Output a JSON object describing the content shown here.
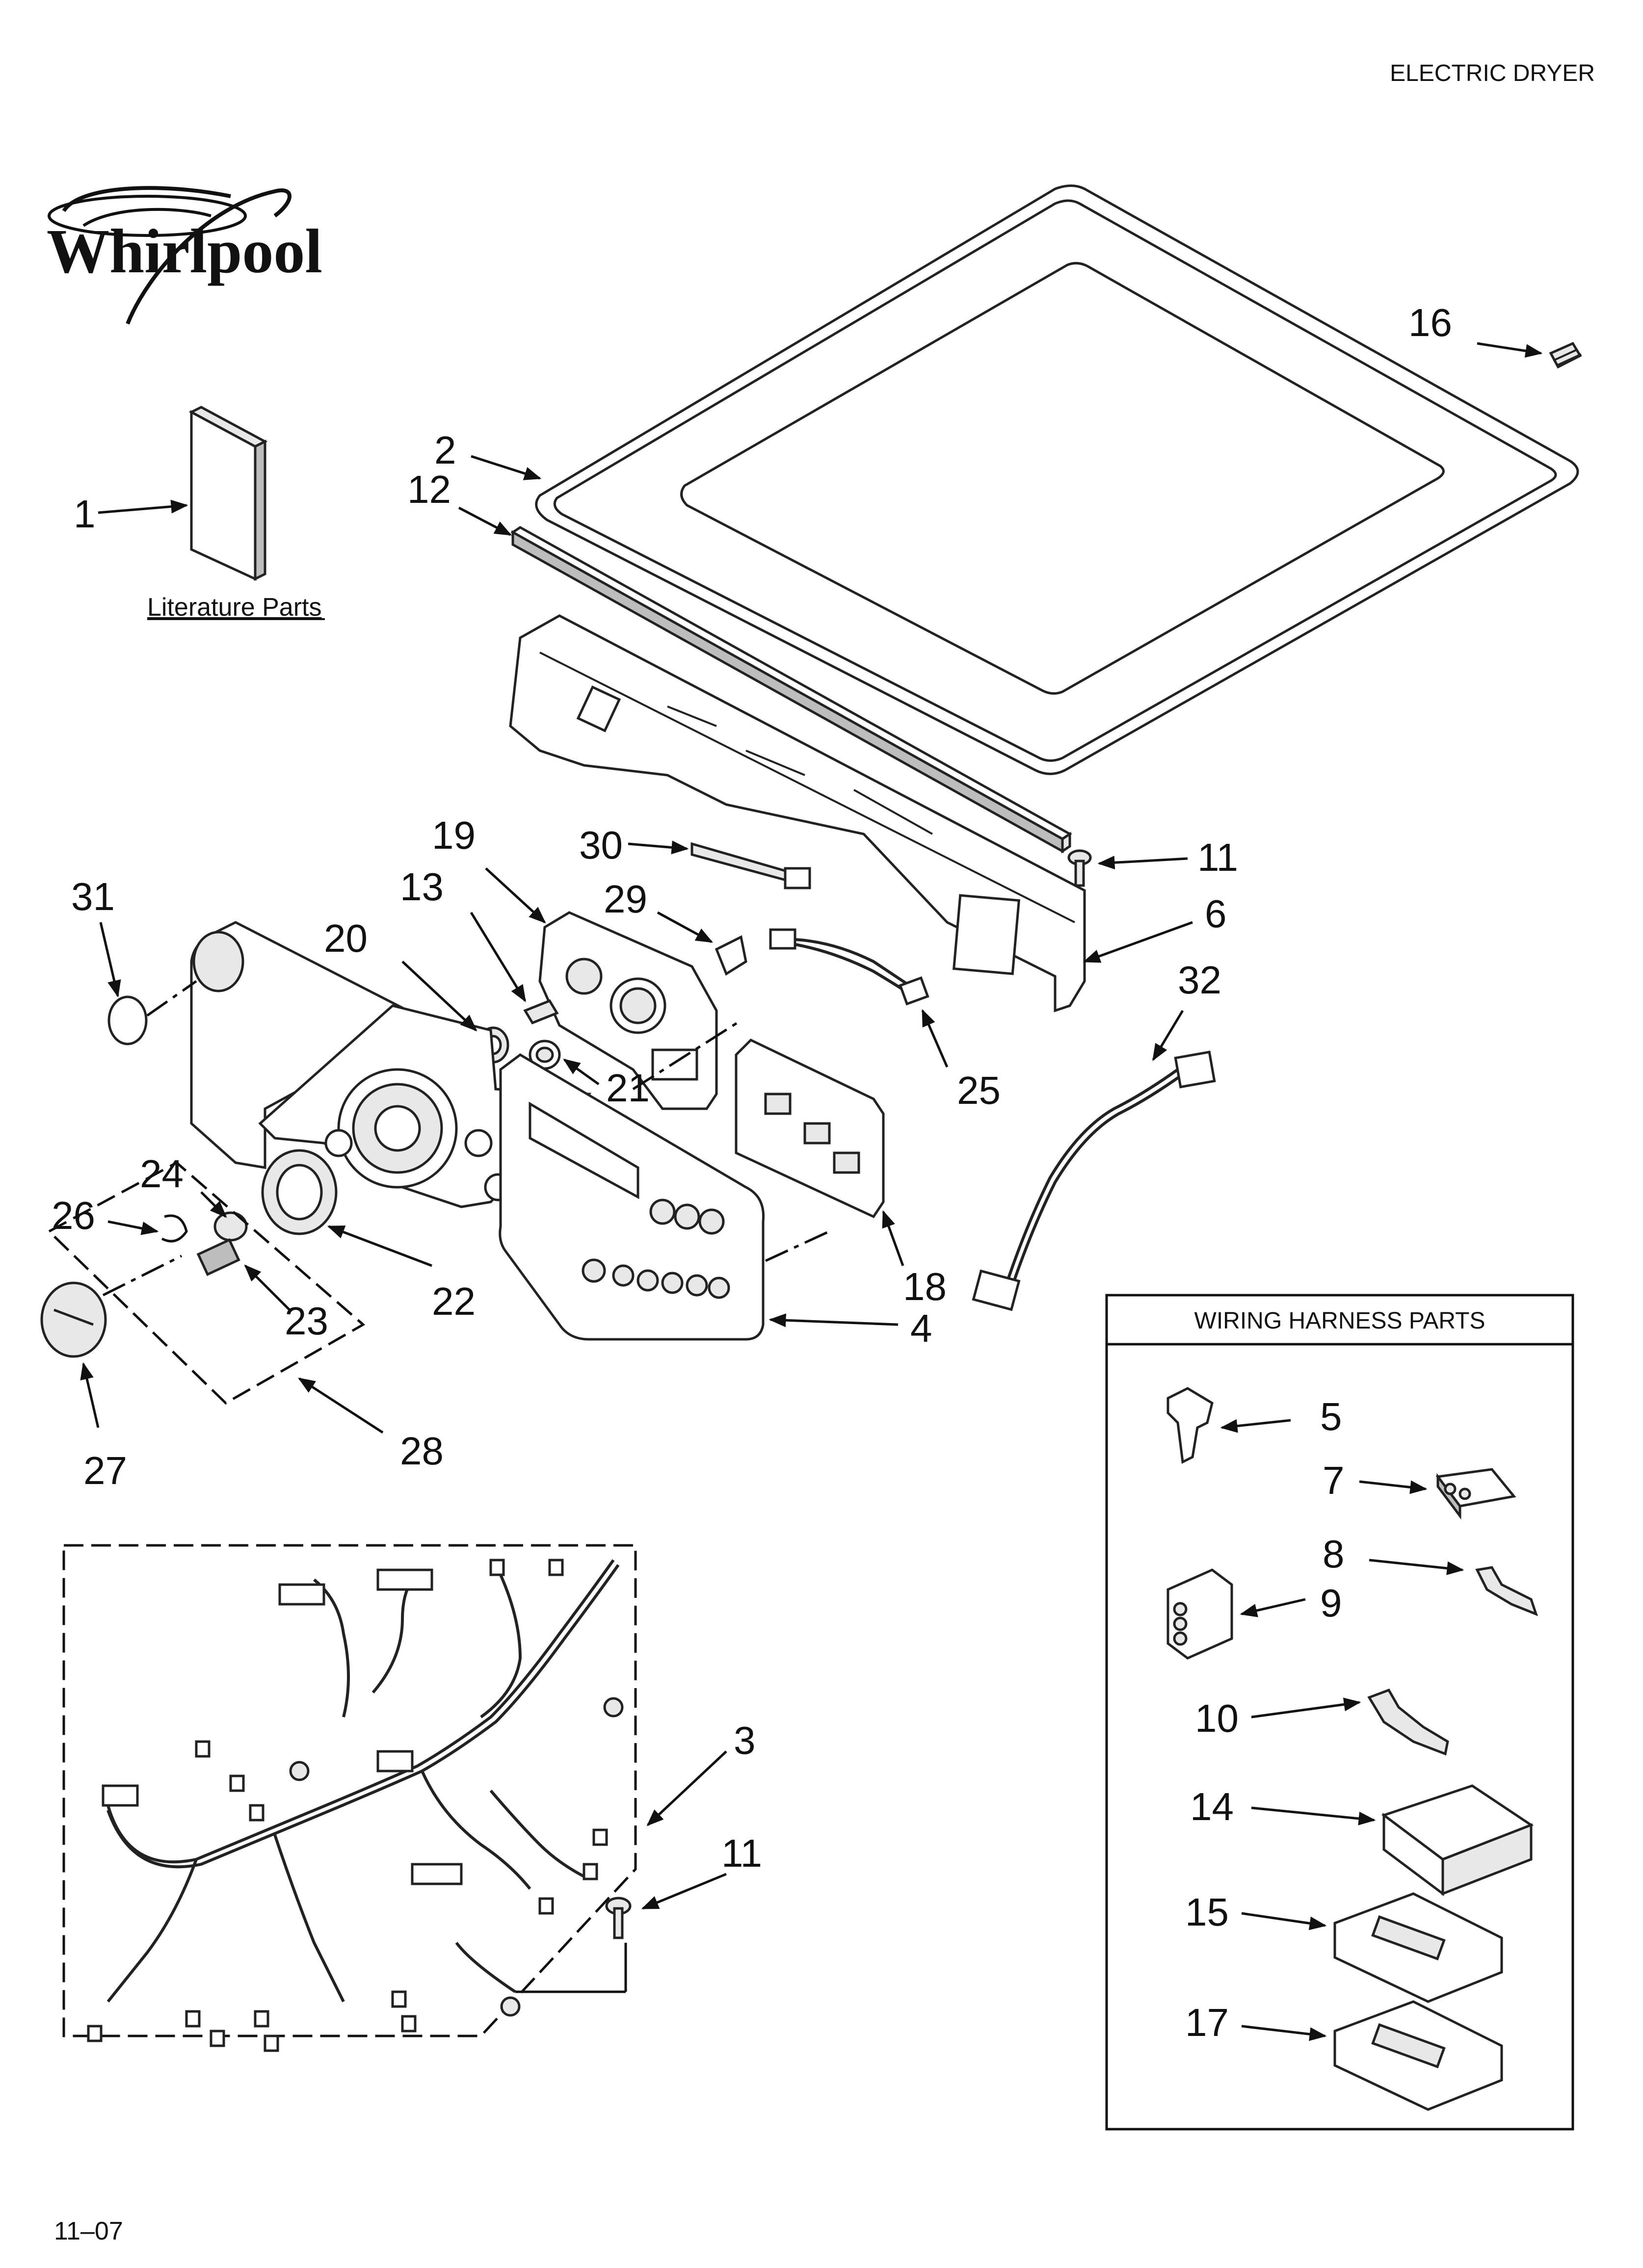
{
  "header": {
    "title": "ELECTRIC DRYER",
    "date_code": "11–07"
  },
  "brand": {
    "logo_text": "Whirlpool"
  },
  "literature": {
    "label": "Literature Parts"
  },
  "wiring_harness_box": {
    "title": "WIRING HARNESS PARTS"
  },
  "callouts": {
    "c1": "1",
    "c2": "2",
    "c3": "3",
    "c4": "4",
    "c5": "5",
    "c6": "6",
    "c7": "7",
    "c8": "8",
    "c9": "9",
    "c10": "10",
    "c11a": "11",
    "c11b": "11",
    "c12": "12",
    "c13": "13",
    "c14": "14",
    "c15": "15",
    "c16": "16",
    "c17": "17",
    "c18": "18",
    "c19": "19",
    "c20": "20",
    "c21": "21",
    "c22": "22",
    "c23": "23",
    "c24": "24",
    "c25": "25",
    "c26": "26",
    "c27": "27",
    "c28": "28",
    "c29": "29",
    "c30": "30",
    "c31": "31",
    "c32": "32"
  },
  "colors": {
    "line": "#111111",
    "paper": "#ffffff",
    "fill_light": "#e8e8e8",
    "fill_dark": "#bdbdbd"
  }
}
